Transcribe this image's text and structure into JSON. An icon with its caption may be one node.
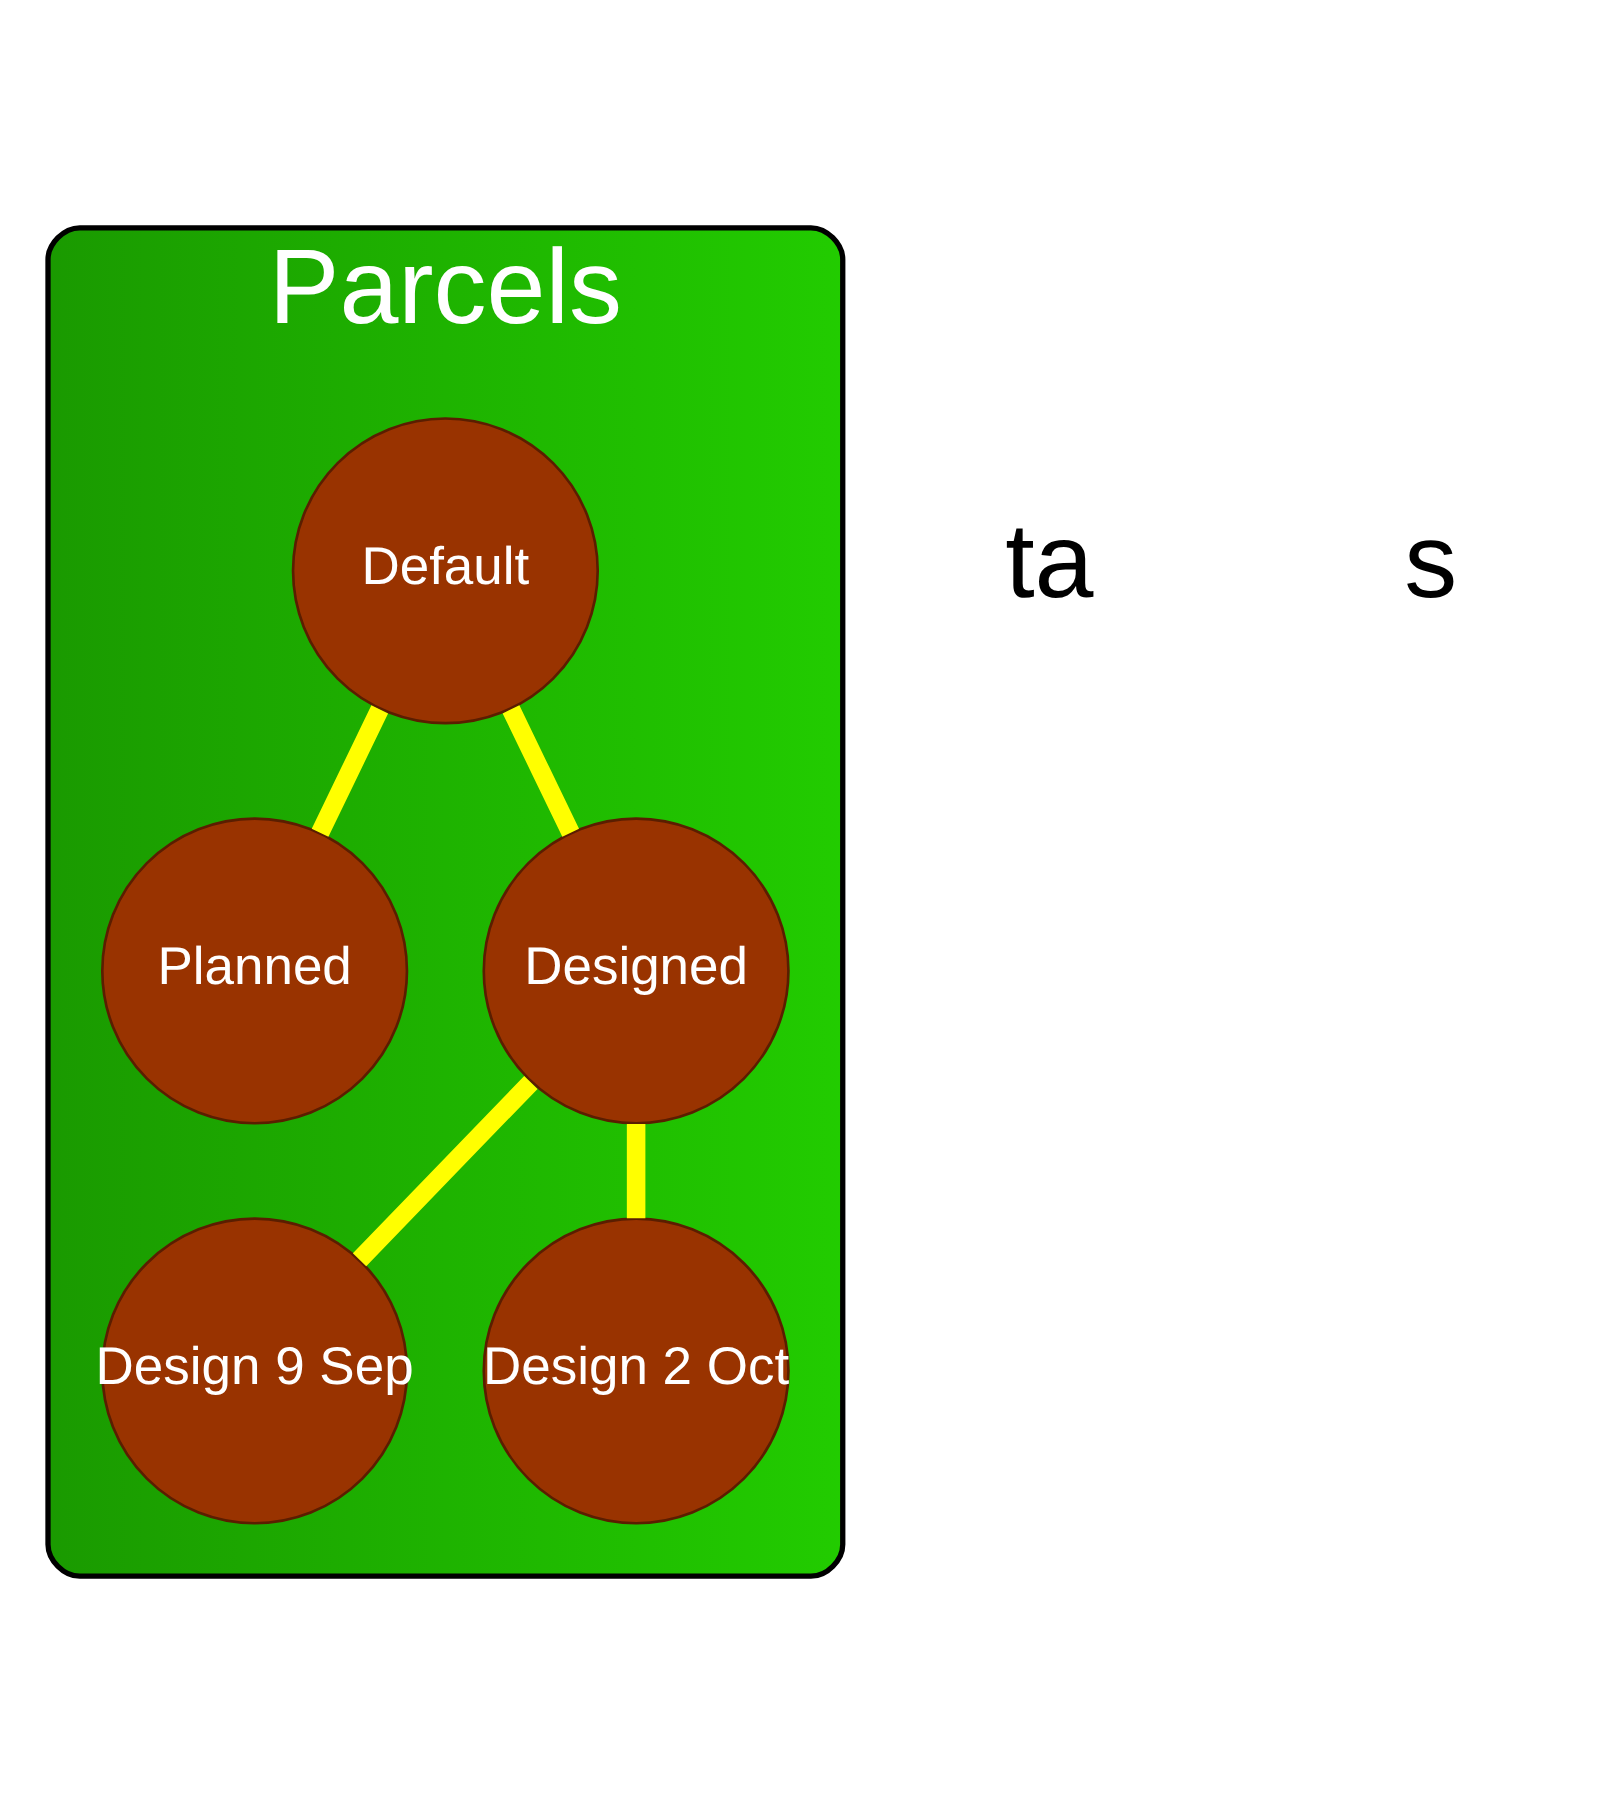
{
  "diagram": {
    "nodes": [
      {
        "text": [
          "Parcels"
        ]
      },
      {
        "text": [
          "Default"
        ],
        "in": 0
      },
      {
        "text": [
          "Planned"
        ],
        "in": 0
      },
      {
        "text": [
          "Designed"
        ],
        "in": 0
      },
      {
        "text": [
          "Design 9 Sep"
        ],
        "in": 0
      },
      {
        "text": [
          "Design 2 Oct"
        ],
        "in": 0
      }
    ],
    "edges": [
      {
        "from": 1,
        "to": 2,
        "arrow": "none"
      },
      {
        "from": 1,
        "to": 3,
        "arrow": "none"
      },
      {
        "from": 3,
        "to": 4,
        "arrow": "none"
      },
      {
        "from": 3,
        "to": 5,
        "arrow": "none"
      }
    ],
    "labels": [
      "ta",
      "s"
    ]
  }
}
